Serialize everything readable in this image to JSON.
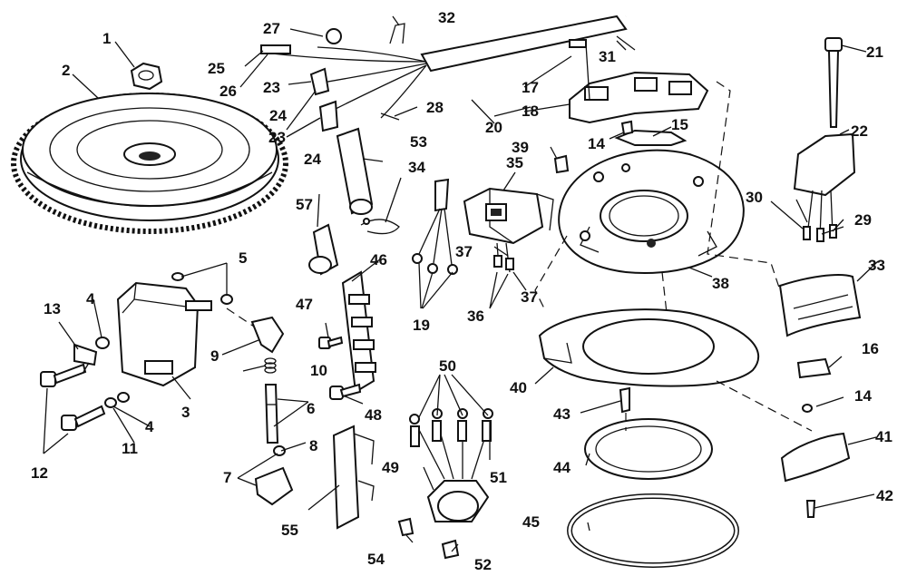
{
  "diagram": {
    "labels": {
      "l1": "1",
      "l2": "2",
      "l3": "3",
      "l4a": "4",
      "l4b": "4",
      "l5": "5",
      "l6": "6",
      "l7": "7",
      "l8": "8",
      "l9": "9",
      "l10": "10",
      "l11": "11",
      "l12": "12",
      "l13": "13",
      "l14a": "14",
      "l14b": "14",
      "l15": "15",
      "l16": "16",
      "l17": "17",
      "l18": "18",
      "l19": "19",
      "l20": "20",
      "l21": "21",
      "l22": "22",
      "l23a": "23",
      "l23b": "23",
      "l24a": "24",
      "l24b": "24",
      "l25": "25",
      "l26": "26",
      "l27": "27",
      "l28": "28",
      "l29": "29",
      "l30": "30",
      "l31": "31",
      "l32": "32",
      "l33": "33",
      "l34": "34",
      "l35": "35",
      "l36": "36",
      "l37a": "37",
      "l37b": "37",
      "l38": "38",
      "l39": "39",
      "l40": "40",
      "l41": "41",
      "l42": "42",
      "l43": "43",
      "l44": "44",
      "l45": "45",
      "l46": "46",
      "l47": "47",
      "l48": "48",
      "l49": "49",
      "l50": "50",
      "l51": "51",
      "l52": "52",
      "l53": "53",
      "l54": "54",
      "l55": "55",
      "l57": "57"
    }
  }
}
